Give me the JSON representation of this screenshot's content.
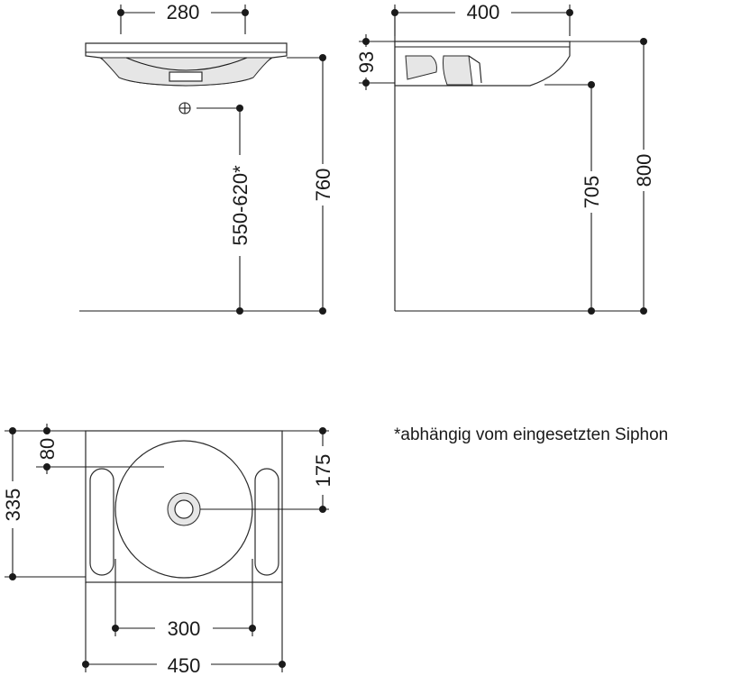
{
  "front_view": {
    "dim_width": "280",
    "dim_siphon_height": "550-620*",
    "dim_rim_height": "760"
  },
  "side_view": {
    "dim_depth": "400",
    "dim_thickness": "93",
    "dim_underside_height": "705",
    "dim_total_height": "800"
  },
  "top_view": {
    "dim_back_offset": "80",
    "dim_total_depth": "335",
    "dim_drain_offset": "175",
    "dim_bowl_width": "300",
    "dim_total_width": "450"
  },
  "note": "*abhängig vom eingesetzten Siphon"
}
